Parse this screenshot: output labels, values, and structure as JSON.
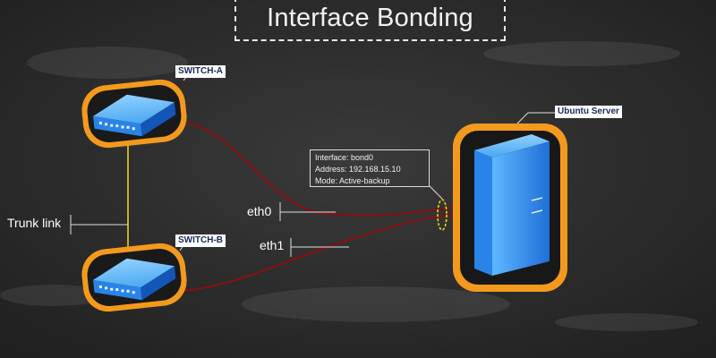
{
  "title": "Interface Bonding",
  "devices": {
    "switch_a": {
      "label": "SWITCH-A"
    },
    "switch_b": {
      "label": "SWITCH-B"
    },
    "server": {
      "label": "Ubuntu Server"
    }
  },
  "labels": {
    "trunk_link": "Trunk link",
    "eth0": "eth0",
    "eth1": "eth1"
  },
  "bond_info": {
    "interface": "Interface: bond0",
    "address": "Address: 192.168.15.10",
    "mode": "Mode: Active-backup"
  },
  "colors": {
    "background": "#2c2c2c",
    "device_ring": "#f39a1e",
    "device_blue": "#1e78e6",
    "link_red": "#8b0e12",
    "trunk_yellow": "#e8d21a",
    "callout_white": "#e0e0e0",
    "bond_ring_yellow": "#f4e20a"
  }
}
